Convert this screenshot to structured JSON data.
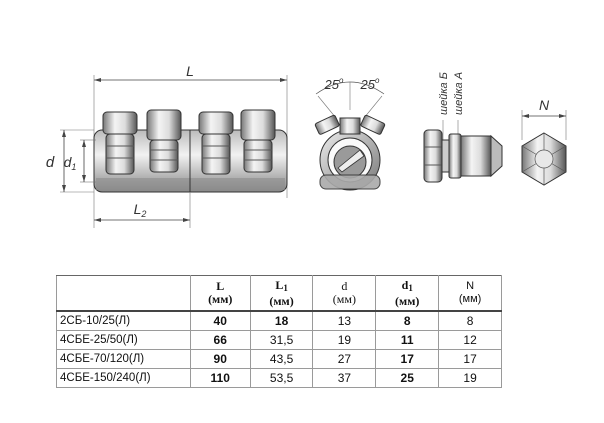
{
  "drawing": {
    "front_view": {
      "label_L": "L",
      "label_L2": "L",
      "label_L2_sub": "2",
      "label_d": "d",
      "label_d1": "d",
      "label_d1_sub": "1"
    },
    "side_view": {
      "angle_left": "25",
      "angle_right": "25",
      "degree": "o"
    },
    "bolt_view": {
      "label_sheika_b": "шейка Б",
      "label_sheika_a": "шейка А"
    },
    "hex_view": {
      "label_N": "N"
    }
  },
  "table": {
    "headers": [
      {
        "symbol": "",
        "unit": ""
      },
      {
        "symbol": "L",
        "unit": "(мм)"
      },
      {
        "symbol": "L",
        "sub": "1",
        "unit": "(мм)"
      },
      {
        "symbol": "d",
        "unit": "(мм)"
      },
      {
        "symbol": "d",
        "sub": "1",
        "unit": "(мм)"
      },
      {
        "symbol": "N",
        "unit": "(мм)"
      }
    ],
    "rows": [
      {
        "name": "2СБ-10/25(Л)",
        "L": "40",
        "L1": "18",
        "d": "13",
        "d1": "8",
        "N": "8"
      },
      {
        "name": "4СБЕ-25/50(Л)",
        "L": "66",
        "L1": "31,5",
        "d": "19",
        "d1": "11",
        "N": "12"
      },
      {
        "name": "4СБЕ-70/120(Л)",
        "L": "90",
        "L1": "43,5",
        "d": "27",
        "d1": "17",
        "N": "17"
      },
      {
        "name": "4СБЕ-150/240(Л)",
        "L": "110",
        "L1": "53,5",
        "d": "37",
        "d1": "25",
        "N": "19"
      }
    ]
  }
}
